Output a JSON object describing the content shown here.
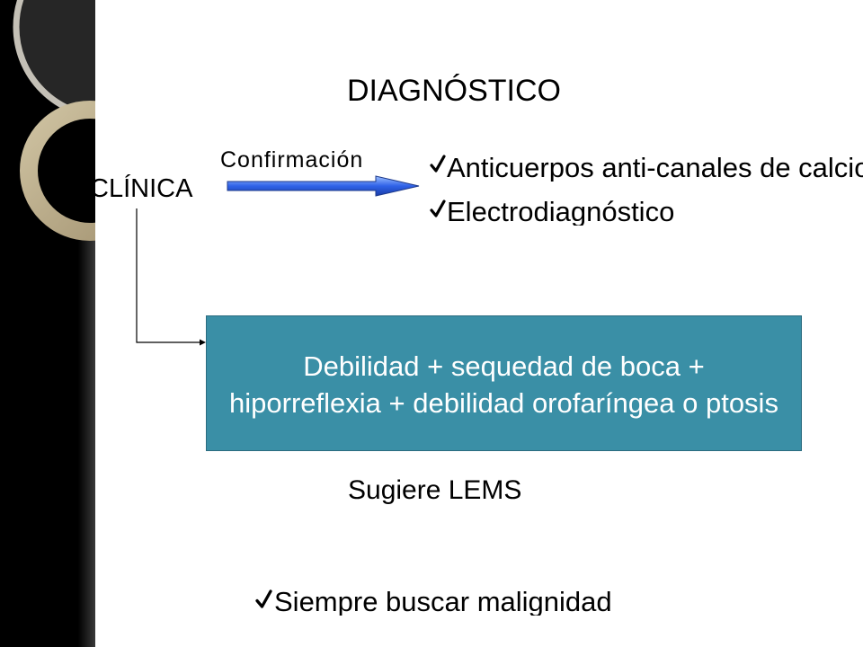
{
  "title": "DIAGNÓSTICO",
  "clinical_label": "CLÍNICA",
  "confirmation_label": "Confirmación",
  "confirmation_items": [
    "Anticuerpos anti-canales de calcio",
    "Electrodiagnóstico"
  ],
  "symptom_box": {
    "line1": "Debilidad + sequedad de boca +",
    "line2": "hiporreflexia + debilidad orofaríngea o ptosis"
  },
  "suggestion": "Sugiere LEMS",
  "note": "Siempre buscar malignidad",
  "colors": {
    "box_fill": "#3a8fa6",
    "box_text": "#ffffff",
    "arrow_blue": "#2f62e8",
    "sidebar": "#000000",
    "accent_ring": "#b3a47f"
  },
  "icons": {
    "bullet": "checkmark-icon",
    "confirmation_arrow": "right-arrow-icon",
    "connector": "elbow-arrow-icon"
  }
}
